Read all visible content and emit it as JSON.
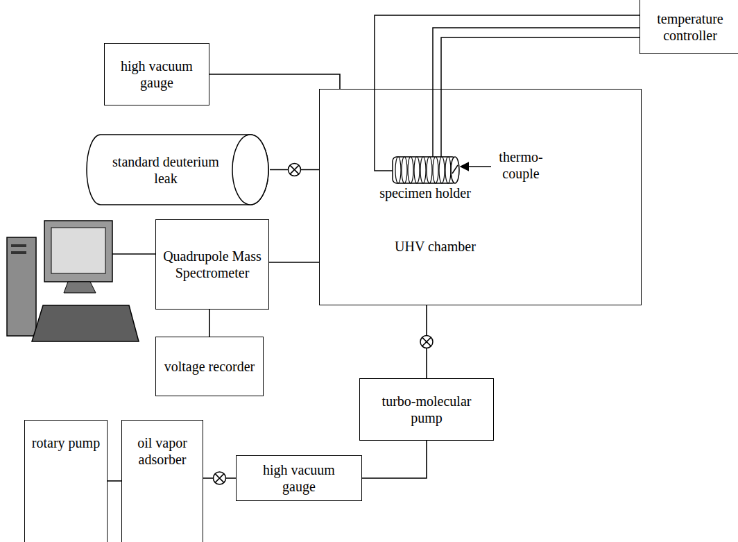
{
  "diagram": {
    "nodes": [
      {
        "text": [
          "temperature controller"
        ]
      },
      {
        "text": [
          "high vacuum gauge"
        ]
      },
      {
        "text": [
          "standard deuterium leak"
        ]
      },
      {
        "text": [
          "UHV chamber"
        ]
      },
      {
        "text": [
          "Quadrupole Mass Spectrometer"
        ]
      },
      {
        "text": [
          "voltage recorder"
        ]
      },
      {
        "text": [
          "turbo-molecular pump"
        ]
      },
      {
        "text": [
          "rotary pump"
        ]
      },
      {
        "text": [
          "oil vapor adsorber"
        ]
      },
      {
        "text": [
          "high vacuum gauge"
        ]
      }
    ],
    "edges": [
      {
        "from": 1,
        "to": 3,
        "arrow": "none"
      },
      {
        "from": 2,
        "to": 3,
        "arrow": "none"
      },
      {
        "from": 4,
        "to": 3,
        "arrow": "none"
      },
      {
        "from": 4,
        "to": 5,
        "arrow": "none"
      },
      {
        "from": 3,
        "to": 6,
        "arrow": "none"
      },
      {
        "from": 6,
        "to": 9,
        "arrow": "none"
      },
      {
        "from": 9,
        "to": 8,
        "arrow": "none"
      },
      {
        "from": 8,
        "to": 7,
        "arrow": "none"
      }
    ],
    "labels": [
      "thermo- couple",
      "specimen holder"
    ]
  }
}
